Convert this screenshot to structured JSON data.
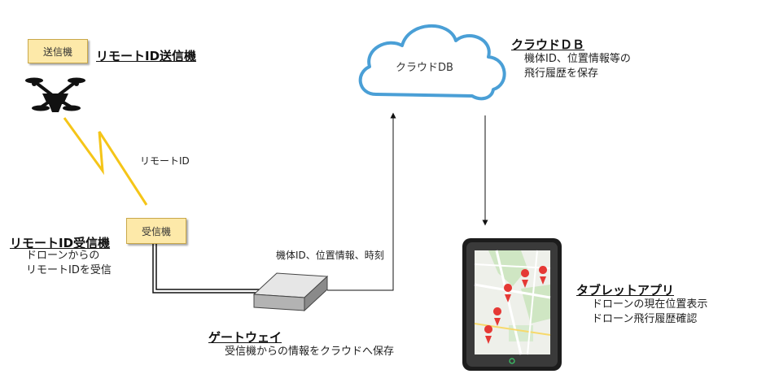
{
  "transmitter": {
    "box_label": "送信機",
    "title": "リモートID送信機"
  },
  "signal": {
    "label": "リモートID"
  },
  "receiver": {
    "box_label": "受信機",
    "title": "リモートID受信機",
    "desc": [
      "ドローンからの",
      "リモートIDを受信"
    ]
  },
  "gateway": {
    "title": "ゲートウェイ",
    "desc": "受信機からの情報をクラウドへ保存",
    "upload_label": "機体ID、位置情報、時刻"
  },
  "cloud": {
    "label": "クラウドDB",
    "title": "クラウドＤＢ",
    "desc": [
      "機体ID、位置情報等の",
      "飛行履歴を保存"
    ]
  },
  "tablet": {
    "title": "タブレットアプリ",
    "desc": [
      "ドローンの現在位置表示",
      "ドローン飛行履歴確認"
    ]
  },
  "colors": {
    "box_fill": "#fde9a9",
    "cloud_stroke": "#4a9fd6",
    "signal": "#f5c518",
    "map_pin": "#e53935",
    "tablet_body": "#1c1c1c"
  },
  "icons": [
    "drone-icon",
    "cloud-icon",
    "gateway-device-icon",
    "tablet-icon",
    "map-pin-icon"
  ]
}
